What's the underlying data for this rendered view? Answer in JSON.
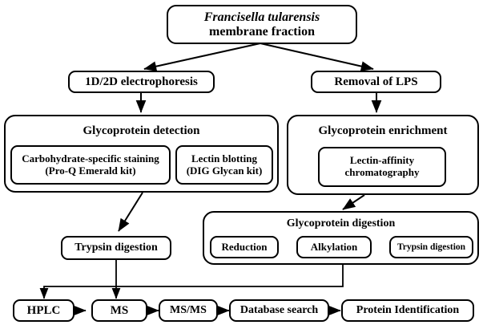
{
  "diagram": {
    "title_top": {
      "line1": "Francisella tularensis",
      "line2": "membrane fraction"
    },
    "branches": {
      "left": "1D/2D electrophoresis",
      "right": "Removal of LPS"
    },
    "detection_group": {
      "title": "Glycoprotein detection",
      "items": [
        {
          "line1": "Carbohydrate-specific staining",
          "line2": "(Pro-Q Emerald kit)"
        },
        {
          "line1": "Lectin blotting",
          "line2": "(DIG Glycan kit)"
        }
      ]
    },
    "enrichment_group": {
      "title": "Glycoprotein enrichment",
      "items": [
        {
          "line1": "Lectin-affinity",
          "line2": "chromatography"
        }
      ]
    },
    "digestion_group": {
      "title": "Glycoprotein digestion",
      "steps": [
        {
          "label": "Reduction"
        },
        {
          "label": "Alkylation"
        },
        {
          "label": "Trypsin digestion"
        }
      ]
    },
    "trypsin_left": "Trypsin digestion",
    "pipeline": [
      {
        "label": "HPLC"
      },
      {
        "label": "MS"
      },
      {
        "label": "MS/MS"
      },
      {
        "label": "Database search"
      },
      {
        "label": "Protein Identification"
      }
    ],
    "colors": {
      "stroke": "#000000",
      "background": "#ffffff",
      "text": "#000000"
    }
  }
}
